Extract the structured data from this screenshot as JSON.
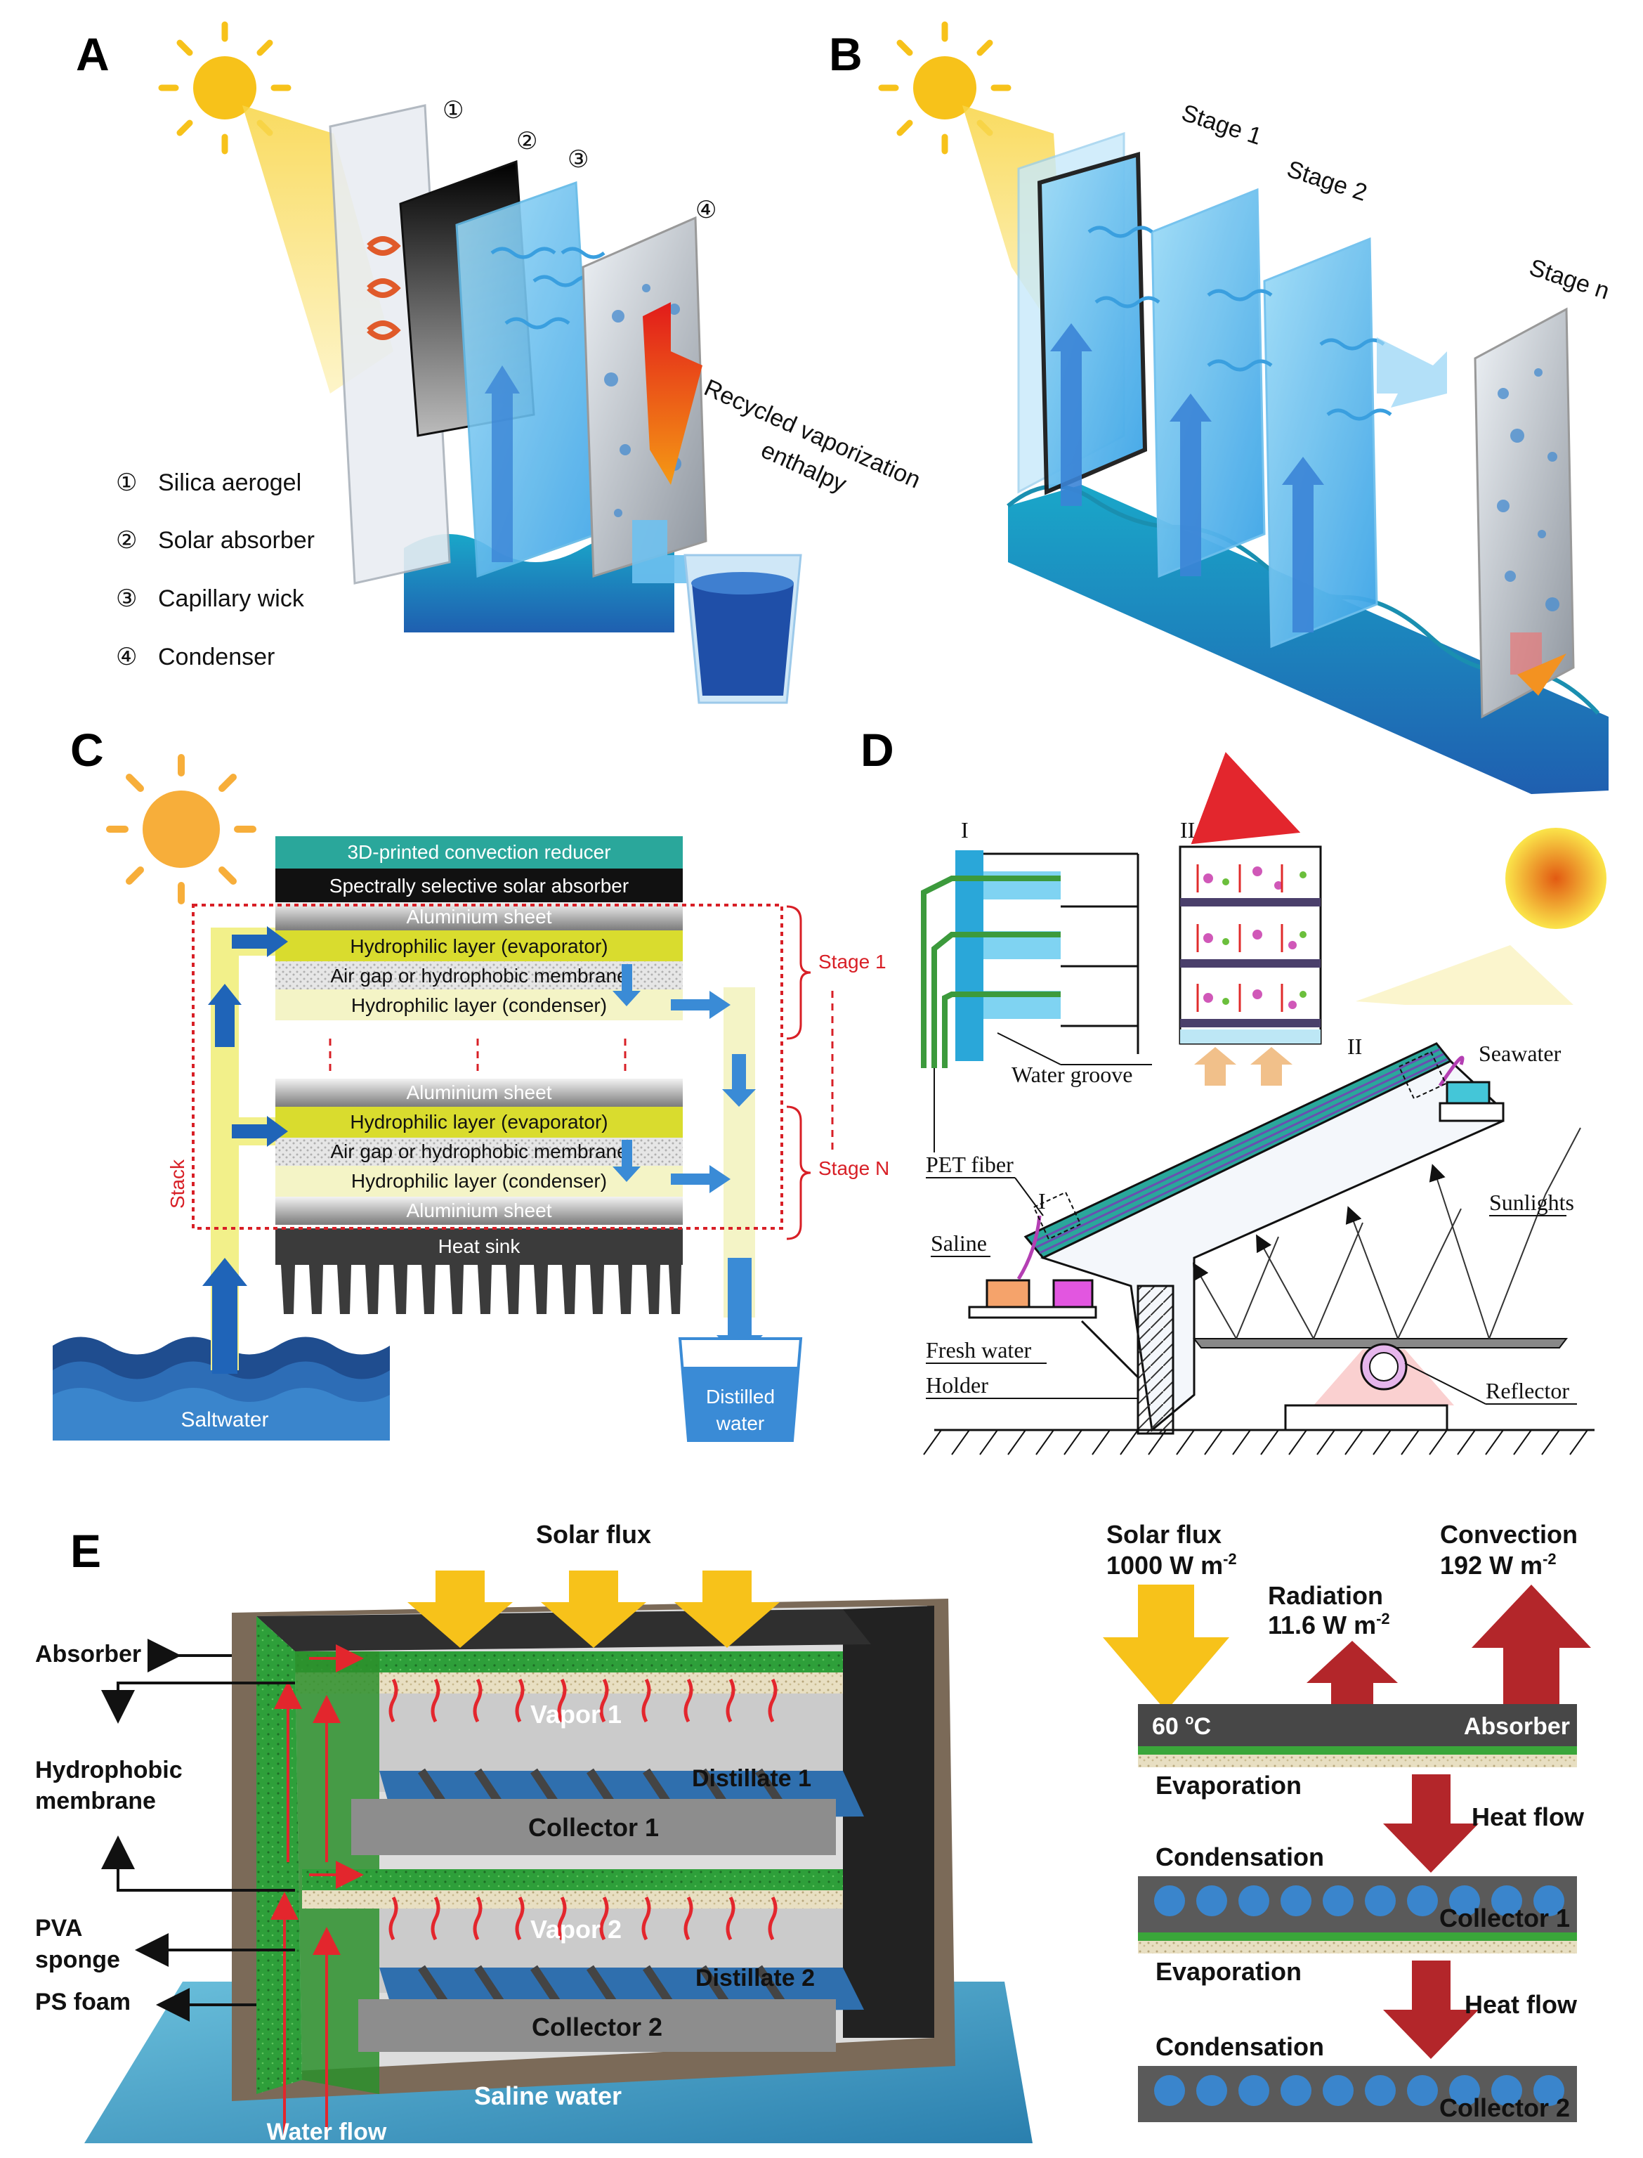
{
  "panels": {
    "A": {
      "label": "A",
      "circled_numbers": [
        "①",
        "②",
        "③",
        "④"
      ],
      "legend": [
        {
          "num": "①",
          "text": "Silica aerogel"
        },
        {
          "num": "②",
          "text": "Solar absorber"
        },
        {
          "num": "③",
          "text": "Capillary wick"
        },
        {
          "num": "④",
          "text": "Condenser"
        }
      ],
      "annotation_line1": "Recycled vaporization",
      "annotation_line2": "enthalpy"
    },
    "B": {
      "label": "B",
      "stages": [
        "Stage 1",
        "Stage 2",
        "Stage n"
      ]
    },
    "C": {
      "label": "C",
      "layers": {
        "convection_reducer": "3D-printed convection reducer",
        "absorber": "Spectrally selective solar absorber",
        "aluminium": "Aluminium sheet",
        "evaporator": "Hydrophilic layer (evaporator)",
        "gap": "Air gap or hydrophobic membrane",
        "condenser": "Hydrophilic layer (condenser)",
        "heat_sink": "Heat sink"
      },
      "stage_1": "Stage 1",
      "stage_n": "Stage N",
      "stack": "Stack",
      "saltwater": "Saltwater",
      "distilled_line1": "Distilled",
      "distilled_line2": "water"
    },
    "D": {
      "label": "D",
      "inset_1": "I",
      "inset_2": "II",
      "labels": {
        "water_groove": "Water groove",
        "pet_fiber": "PET fiber",
        "seawater": "Seawater",
        "sunlights": "Sunlights",
        "saline": "Saline",
        "fresh_water": "Fresh water",
        "holder": "Holder",
        "reflector": "Reflector"
      }
    },
    "E": {
      "label": "E",
      "left": {
        "solar_flux": "Solar flux",
        "absorber": "Absorber",
        "hydrophobic_line1": "Hydrophobic",
        "hydrophobic_line2": "membrane",
        "pva_line1": "PVA",
        "pva_line2": "sponge",
        "ps_foam": "PS foam",
        "water_flow": "Water flow",
        "saline_water": "Saline water",
        "vapor_1": "Vapor 1",
        "vapor_2": "Vapor 2",
        "distillate_1": "Distillate 1",
        "distillate_2": "Distillate 2",
        "collector_1": "Collector 1",
        "collector_2": "Collector 2"
      },
      "right": {
        "solar_flux": "Solar flux",
        "solar_value": "1000 W m",
        "radiation": "Radiation",
        "radiation_value": "11.6 W m",
        "convection": "Convection",
        "convection_value": "192 W m",
        "exponent": "-2",
        "temp": "60 ",
        "temp_sup": "o",
        "temp_unit": "C",
        "absorber": "Absorber",
        "evaporation": "Evaporation",
        "heat_flow": "Heat flow",
        "condensation": "Condensation",
        "collector_1": "Collector 1",
        "collector_2": "Collector 2"
      }
    }
  },
  "colors": {
    "sun": "#f7c21a",
    "water_blue": "#2e8fd0",
    "dark_blue": "#1b5d9a",
    "hydrophilic_yellow": "#d9dc2e",
    "condenser_pale": "#f3f3c2",
    "absorber_dark": "#3b3b3b",
    "heat_red": "#b3262a",
    "green_sponge": "#3aa63a",
    "stack_red": "#d81f26"
  }
}
